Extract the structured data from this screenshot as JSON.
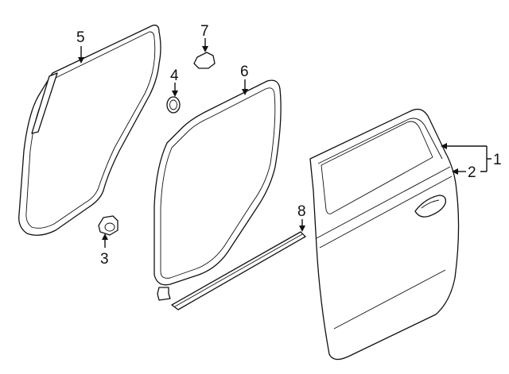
{
  "diagram": {
    "colors": {
      "line": "#111111",
      "background": "#ffffff"
    },
    "callouts": [
      {
        "id": "1",
        "label": "1"
      },
      {
        "id": "2",
        "label": "2"
      },
      {
        "id": "3",
        "label": "3"
      },
      {
        "id": "4",
        "label": "4"
      },
      {
        "id": "5",
        "label": "5"
      },
      {
        "id": "6",
        "label": "6"
      },
      {
        "id": "7",
        "label": "7"
      },
      {
        "id": "8",
        "label": "8"
      }
    ]
  }
}
